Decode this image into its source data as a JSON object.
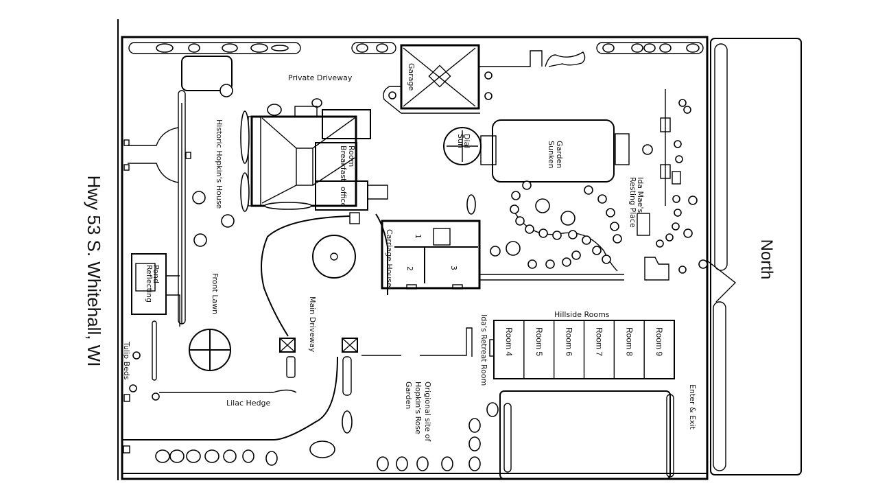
{
  "map": {
    "highway_label": "Hwy 53 S. Whitehall, WI",
    "north_label": "North",
    "labels": {
      "private_driveway": "Private Driveway",
      "garage": "Garage",
      "historic_house": "Historic Hopkin's House",
      "breakfast_room": "Breakfast Room",
      "office": "office",
      "sun_dial": "Sun Dial",
      "sunken_garden": "Sunken Garden",
      "resting_place": "Ida Mae's Resting Place",
      "carriage_house": "Carriage House",
      "room_1": "1",
      "room_2": "2",
      "room_3": "3",
      "front_lawn": "Front Lawn",
      "reflecting_pond": "Reflecting Pond",
      "main_driveway": "Main Driveway",
      "tulip_beds": "Tulip Beds",
      "lilac_hedge": "Lilac Hedge",
      "hillside_rooms": "Hillside Rooms",
      "idas_retreat": "Ida's Retreat Room",
      "rose_garden": "Origional site of Hopkin's Rose Garden",
      "enter_exit": "Enter & Exit"
    },
    "hillside_room_names": [
      "Room 4",
      "Room 5",
      "Room 6",
      "Room 7",
      "Room 8",
      "Room 9"
    ],
    "colors": {
      "ink": "#000000",
      "paper": "#ffffff"
    }
  }
}
